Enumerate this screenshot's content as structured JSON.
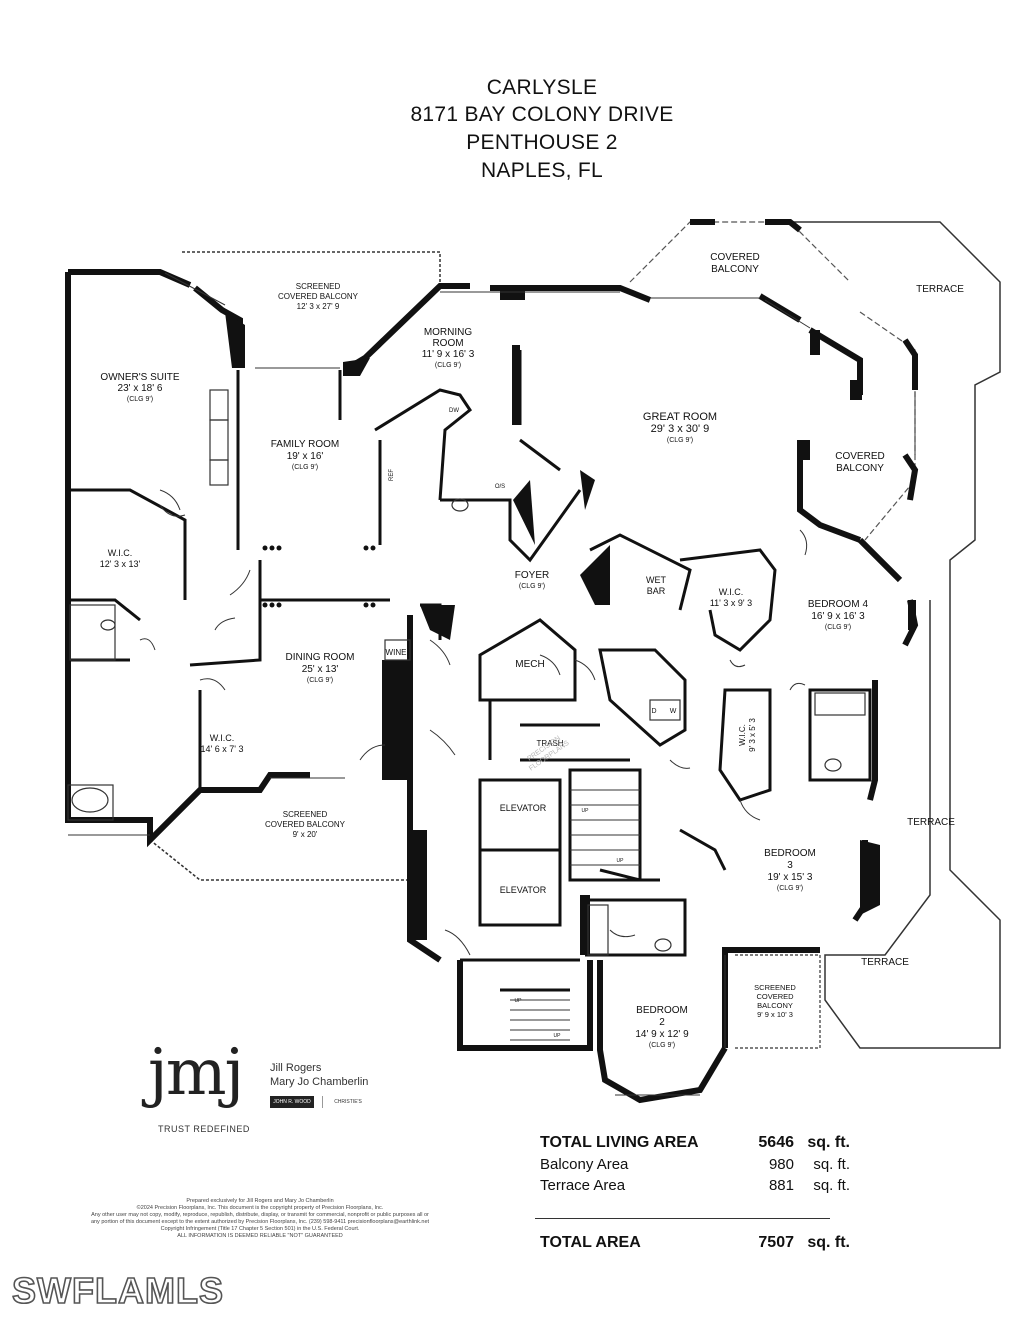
{
  "header": {
    "building": "CARLYSLE",
    "address": "8171 BAY COLONY DRIVE",
    "unit": "PENTHOUSE 2",
    "city": "NAPLES, FL"
  },
  "rooms": {
    "screened_balcony_top": [
      "SCREENED",
      "COVERED BALCONY",
      "12' 3 x 27' 9"
    ],
    "covered_balcony_top": [
      "COVERED",
      "BALCONY"
    ],
    "terrace_top": [
      "TERRACE"
    ],
    "owners_suite": [
      "OWNER'S SUITE",
      "23' x 18' 6",
      "(CLG 9')"
    ],
    "morning_room": [
      "MORNING",
      "ROOM",
      "11' 9 x 16' 3",
      "(CLG 9')"
    ],
    "great_room": [
      "GREAT ROOM",
      "29' 3 x 30' 9",
      "(CLG 9')"
    ],
    "family_room": [
      "FAMILY ROOM",
      "19' x 16'",
      "(CLG 9')"
    ],
    "covered_balcony_right": [
      "COVERED",
      "BALCONY"
    ],
    "wic_owner": [
      "W.I.C.",
      "12' 3 x 13'"
    ],
    "foyer": [
      "FOYER",
      "(CLG 9')"
    ],
    "wet_bar": [
      "WET",
      "BAR"
    ],
    "wic_bedroom4": [
      "W.I.C.",
      "11' 3 x 9' 3"
    ],
    "bedroom4": [
      "BEDROOM",
      "4",
      "16' 9 x 16' 3",
      "(CLG 9')"
    ],
    "dining_room": [
      "DINING ROOM",
      "25' x 13'",
      "(CLG 9')"
    ],
    "wine": [
      "WINE"
    ],
    "mech": [
      "MECH"
    ],
    "wic_small": [
      "W.I.C.",
      "14' 6 x 7' 3"
    ],
    "wic_bedroom3": [
      "W.I.C.",
      "9' 3 x 5' 3"
    ],
    "trash": [
      "TRASH"
    ],
    "elevator1": [
      "ELEVATOR"
    ],
    "elevator2": [
      "ELEVATOR"
    ],
    "screened_balcony_bottom": [
      "SCREENED",
      "COVERED BALCONY",
      "9' x 20'"
    ],
    "terrace_right": [
      "TERRACE"
    ],
    "bedroom3": [
      "BEDROOM",
      "3",
      "19' x 15' 3",
      "(CLG 9')"
    ],
    "terrace_bottom": [
      "TERRACE"
    ],
    "screened_balcony_br": [
      "SCREENED",
      "COVERED",
      "BALCONY",
      "9' 9 x 10' 3"
    ],
    "bedroom2": [
      "BEDROOM",
      "2",
      "14' 9 x 12' 9",
      "(CLG 9')"
    ],
    "fixtures": [
      "DW",
      "REF",
      "O/S",
      "D",
      "W",
      "UP",
      "UP",
      "UP",
      "UP"
    ],
    "hallway_watermark": [
      "PRECISION",
      "FLOORPLANS"
    ]
  },
  "logo": {
    "mark": "jmj",
    "name1": "Jill Rogers",
    "name2": "Mary Jo Chamberlin",
    "brand1": "JOHN R. WOOD PROPERTIES",
    "brand2": "CHRISTIE'S",
    "tagline": "TRUST REDEFINED"
  },
  "areas": [
    {
      "label": "TOTAL LIVING AREA",
      "value": "5646",
      "unit": "sq. ft."
    },
    {
      "label": "Balcony Area",
      "value": "980",
      "unit": "sq. ft."
    },
    {
      "label": "Terrace Area",
      "value": "881",
      "unit": "sq. ft."
    }
  ],
  "total": {
    "label": "TOTAL AREA",
    "value": "7507",
    "unit": "sq. ft."
  },
  "credits": [
    "Prepared exclusively for Jill Rogers and Mary Jo Chamberlin",
    "©2024 Precision Floorplans, Inc.  This document is the copyright property of Precision Floorplans, Inc.",
    "Any other user may not copy, modify, reproduce, republish, distribute, display, or transmit for commercial, nonprofit or public purposes all or",
    "any portion of this document except to the extent authorized by Precision Floorplans, Inc. (239) 598-9411 precisionfloorplans@earthlink.net",
    "Copyright Infringement (Title 17 Chapter 5 Section 501) in the U.S. Federal Court.",
    "ALL INFORMATION IS DEEMED RELIABLE \"NOT\" GUARANTEED"
  ],
  "watermark": "SWFLAMLS"
}
